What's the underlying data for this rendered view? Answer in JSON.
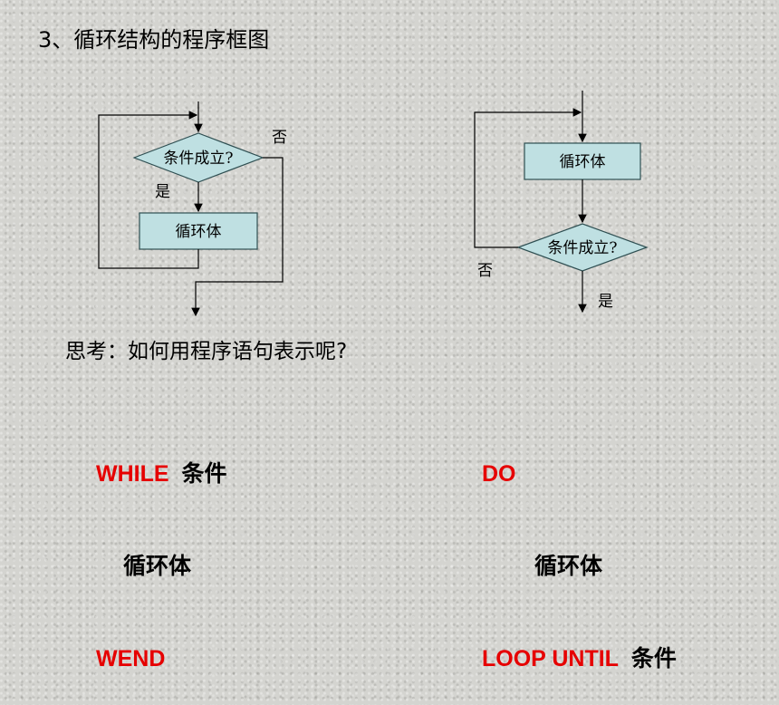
{
  "title": "3、循环结构的程序框图",
  "left_flowchart": {
    "decision": "条件成立?",
    "yes": "是",
    "no": "否",
    "process": "循环体"
  },
  "right_flowchart": {
    "process": "循环体",
    "decision": "条件成立?",
    "yes": "是",
    "no": "否"
  },
  "question": "思考：如何用程序语句表示呢?",
  "while_code": {
    "kw_while": "WHILE",
    "cond": "条件",
    "body": "循环体",
    "kw_wend": "WEND"
  },
  "do_code": {
    "kw_do": "DO",
    "body": "循环体",
    "kw_loop": "LOOP UNTIL",
    "cond": "条件"
  },
  "colors": {
    "keyword": "#e60000",
    "box_fill": "#bfe0e2",
    "box_stroke": "#2f4f52"
  }
}
